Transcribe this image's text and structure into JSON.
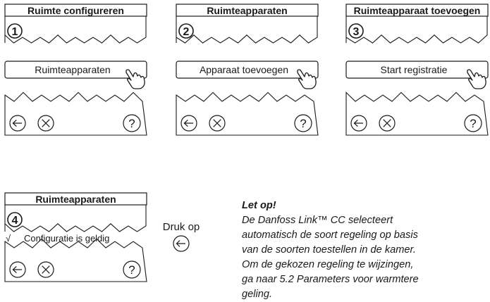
{
  "panels": [
    {
      "title": "Ruimte configureren",
      "step": "1",
      "button": "Ruimteapparaten"
    },
    {
      "title": "Ruimteapparaten",
      "step": "2",
      "button": "Apparaat toevoegen"
    },
    {
      "title": "Ruimteapparaat toevoegen",
      "step": "3",
      "button": "Start registratie"
    },
    {
      "title": "Ruimteapparaten",
      "step": "4",
      "button": ""
    }
  ],
  "step4": {
    "check": "√",
    "status": "Configuratie is geldig"
  },
  "press": {
    "line1": "Druk op"
  },
  "note": {
    "heading": "Let op!",
    "lines": [
      "De Danfoss Link™ CC selecteert",
      "automatisch de soort regeling op basis",
      "van de soorten toestellen in de kamer.",
      "Om de gekozen regeling te wijzingen,",
      "ga naar 5.2 Parameters voor warmtere",
      "geling."
    ]
  },
  "icons": [
    "back-arrow-icon",
    "cancel-x-icon",
    "help-question-icon",
    "pointing-hand-icon"
  ]
}
